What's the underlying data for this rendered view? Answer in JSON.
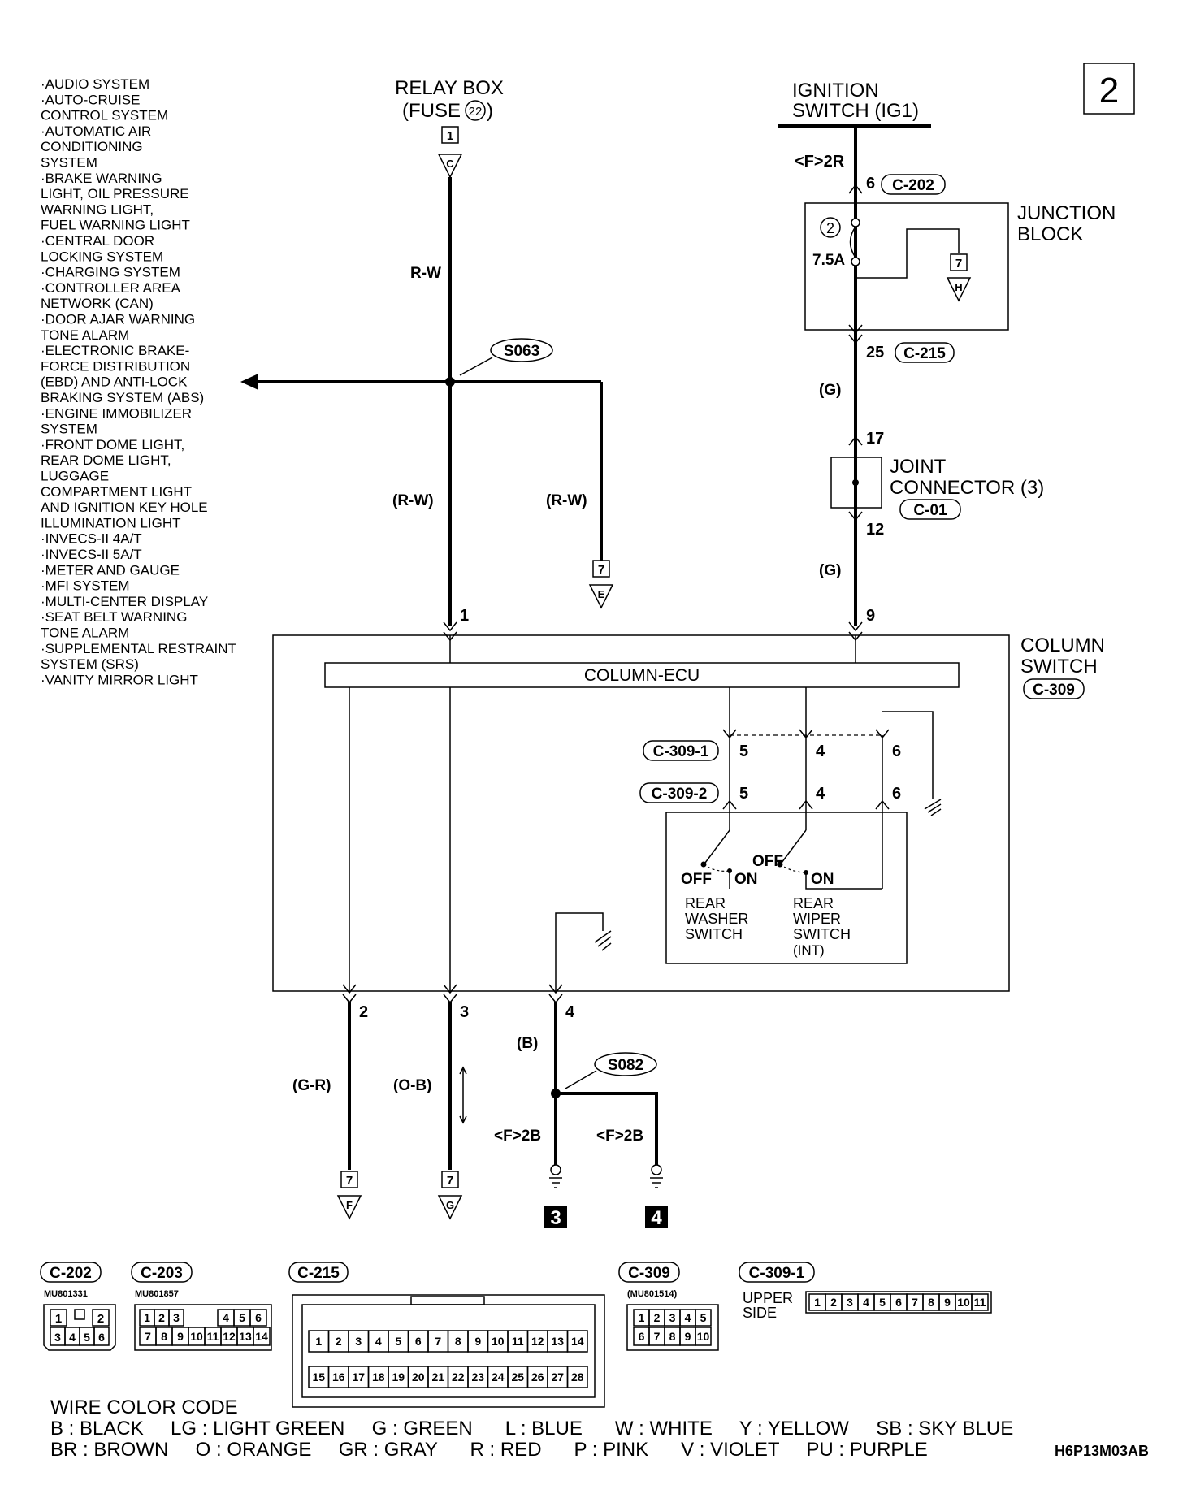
{
  "page_number": "2",
  "diagram_code": "H6P13M03AB",
  "systems": [
    "·AUDIO SYSTEM",
    "·AUTO-CRUISE",
    " CONTROL SYSTEM",
    "·AUTOMATIC AIR",
    " CONDITIONING",
    " SYSTEM",
    "·BRAKE WARNING",
    " LIGHT, OIL PRESSURE",
    " WARNING LIGHT,",
    " FUEL WARNING LIGHT",
    "·CENTRAL DOOR",
    " LOCKING SYSTEM",
    "·CHARGING SYSTEM",
    "·CONTROLLER AREA",
    " NETWORK (CAN)",
    "·DOOR AJAR WARNING",
    " TONE ALARM",
    "·ELECTRONIC BRAKE-",
    " FORCE DISTRIBUTION",
    " (EBD) AND ANTI-LOCK",
    " BRAKING SYSTEM (ABS)",
    "·ENGINE IMMOBILIZER",
    " SYSTEM",
    "·FRONT DOME LIGHT,",
    " REAR DOME LIGHT,",
    " LUGGAGE",
    " COMPARTMENT LIGHT",
    " AND IGNITION KEY HOLE",
    " ILLUMINATION LIGHT",
    "·INVECS-II 4A/T",
    "·INVECS-II 5A/T",
    "·METER AND GAUGE",
    "·MFI SYSTEM",
    "·MULTI-CENTER DISPLAY",
    "·SEAT BELT WARNING",
    " TONE ALARM",
    "·SUPPLEMENTAL RESTRAINT",
    " SYSTEM (SRS)",
    "·VANITY MIRROR LIGHT"
  ],
  "relay_box": {
    "line1": "RELAY BOX",
    "line2": "(FUSE",
    "fuse": "22",
    "line2_end": ")"
  },
  "ignition": {
    "line1": "IGNITION",
    "line2": "SWITCH (IG1)",
    "ref": "<F>2R"
  },
  "junction_block": {
    "line1": "JUNCTION",
    "line2": "BLOCK",
    "fuse_no": "2",
    "fuse_rating": "7.5A"
  },
  "joint_connector": {
    "line1": "JOINT",
    "line2": "CONNECTOR (3)",
    "conn": "C-01"
  },
  "column_switch": {
    "line1": "COLUMN",
    "line2": "SWITCH",
    "conn": "C-309",
    "ecu": "COLUMN-ECU"
  },
  "splices": {
    "s1": "S063",
    "s2": "S082"
  },
  "wires": {
    "rw": "R-W",
    "rw_p1": "(R-W)",
    "rw_p2": "(R-W)",
    "g1": "(G)",
    "g2": "(G)",
    "gr": "(G-R)",
    "ob": "(O-B)",
    "b": "(B)",
    "ref_3": "<F>2B",
    "ref_4": "<F>2B"
  },
  "connectors": {
    "c202": "C-202",
    "c215": "C-215",
    "c309_1": "C-309-1",
    "c309_2": "C-309-2"
  },
  "pins": {
    "c202": "6",
    "c215": "25",
    "jc_in": "17",
    "jc_out": "12",
    "top_left": "1",
    "top_right": "9",
    "b2": "2",
    "b3": "3",
    "b4": "4",
    "p5a": "5",
    "p4a": "4",
    "p6a": "6",
    "p5b": "5",
    "p4b": "4",
    "p6b": "6"
  },
  "refs": {
    "relay": {
      "num": "1",
      "letter": "C"
    },
    "junction": {
      "num": "7",
      "letter": "H"
    },
    "e": {
      "num": "7",
      "letter": "E"
    },
    "f": {
      "num": "7",
      "letter": "F"
    },
    "g": {
      "num": "7",
      "letter": "G"
    }
  },
  "grounds": {
    "g3": "3",
    "g4": "4"
  },
  "switches": {
    "off1": "OFF",
    "on1": "ON",
    "off2": "OFF",
    "on2": "ON",
    "washer": [
      "REAR",
      "WASHER",
      "SWITCH"
    ],
    "wiper": [
      "REAR",
      "WIPER",
      "SWITCH",
      "(INT)"
    ]
  },
  "bottom_connectors": {
    "c202": {
      "name": "C-202",
      "part": "MU801331",
      "row1": [
        "1",
        "2"
      ],
      "row2": [
        "3",
        "4",
        "5",
        "6"
      ]
    },
    "c203": {
      "name": "C-203",
      "part": "MU801857",
      "row1": [
        "1",
        "2",
        "3",
        "4",
        "5",
        "6"
      ],
      "row2": [
        "7",
        "8",
        "9",
        "10",
        "11",
        "12",
        "13",
        "14"
      ]
    },
    "c215": {
      "name": "C-215",
      "row1": [
        "1",
        "2",
        "3",
        "4",
        "5",
        "6",
        "7",
        "8",
        "9",
        "10",
        "11",
        "12",
        "13",
        "14"
      ],
      "row2": [
        "15",
        "16",
        "17",
        "18",
        "19",
        "20",
        "21",
        "22",
        "23",
        "24",
        "25",
        "26",
        "27",
        "28"
      ]
    },
    "c309": {
      "name": "C-309",
      "part": "(MU801514)",
      "row1": [
        "1",
        "2",
        "3",
        "4",
        "5"
      ],
      "row2": [
        "6",
        "7",
        "8",
        "9",
        "10"
      ]
    },
    "c309_1": {
      "name": "C-309-1",
      "label1": "UPPER",
      "label2": "SIDE",
      "cells": [
        "1",
        "2",
        "3",
        "4",
        "5",
        "6",
        "7",
        "8",
        "9",
        "10",
        "11"
      ]
    }
  },
  "wire_color_code": {
    "title": "WIRE COLOR CODE",
    "line1": "B : BLACK     LG : LIGHT GREEN     G : GREEN      L : BLUE      W : WHITE     Y : YELLOW     SB : SKY BLUE",
    "line2": "BR : BROWN     O : ORANGE     GR : GRAY      R : RED      P : PINK      V : VIOLET     PU : PURPLE"
  }
}
